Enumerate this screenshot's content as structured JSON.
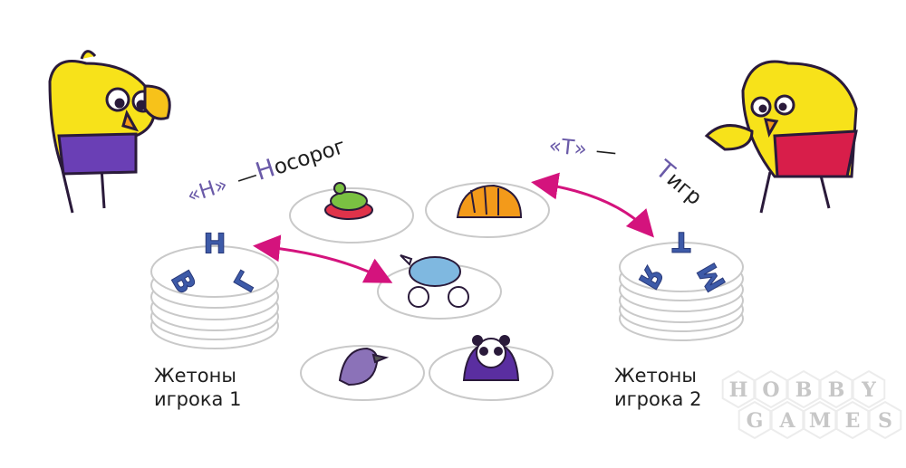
{
  "captions": {
    "rhino_quote": "«Н»",
    "rhino_dash": "—",
    "rhino_initial": "Н",
    "rhino_rest": "осорог",
    "tiger_quote": "«Т»",
    "tiger_dash": "—",
    "tiger_initial": "Т",
    "tiger_rest": "игр"
  },
  "player1": {
    "line1": "Жетоны",
    "line2": "игрока 1",
    "letters": [
      "Н",
      "В",
      "Г"
    ]
  },
  "player2": {
    "line1": "Жетоны",
    "line2": "игрока 2",
    "letters": [
      "Т",
      "Я",
      "М"
    ]
  },
  "center_tokens": [
    "turtle-on-top",
    "tiger",
    "rhino-on-bicycle",
    "crow",
    "panda"
  ],
  "watermark": {
    "row1": [
      "H",
      "O",
      "B",
      "B",
      "Y"
    ],
    "row2": [
      "G",
      "A",
      "M",
      "E",
      "S"
    ]
  },
  "colors": {
    "accent_purple": "#6a5aa8",
    "arrow_magenta": "#d4137d",
    "chick_yellow": "#f7e21a",
    "letter_blue": "#3d5aa8"
  }
}
